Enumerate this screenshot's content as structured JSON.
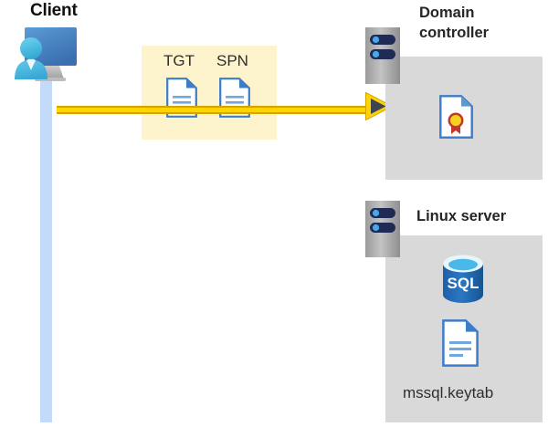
{
  "diagram": {
    "title_client": "Client",
    "client": {
      "icon": "user-workstation-icon",
      "lifeline": "client-lifeline"
    },
    "token_box": {
      "background_color": "#fdf3cd",
      "items": [
        {
          "label": "TGT",
          "icon": "document-icon"
        },
        {
          "label": "SPN",
          "icon": "document-icon"
        }
      ]
    },
    "flow_arrow": {
      "direction": "right",
      "color": "#ffd400",
      "from": "Client",
      "to": "Domain controller"
    },
    "domain_controller": {
      "title": "Domain controller",
      "panel_color": "#d9d9d9",
      "server_icon": "server-rack-icon",
      "contents": [
        {
          "icon": "certificate-document-icon",
          "label": ""
        }
      ]
    },
    "linux_server": {
      "title": "Linux server",
      "panel_color": "#d9d9d9",
      "server_icon": "server-rack-icon",
      "contents": [
        {
          "icon": "sql-database-icon",
          "label": "SQL"
        },
        {
          "icon": "document-icon",
          "label": "mssql.keytab"
        }
      ],
      "sql_label": "SQL",
      "keytab_label": "mssql.keytab"
    }
  }
}
